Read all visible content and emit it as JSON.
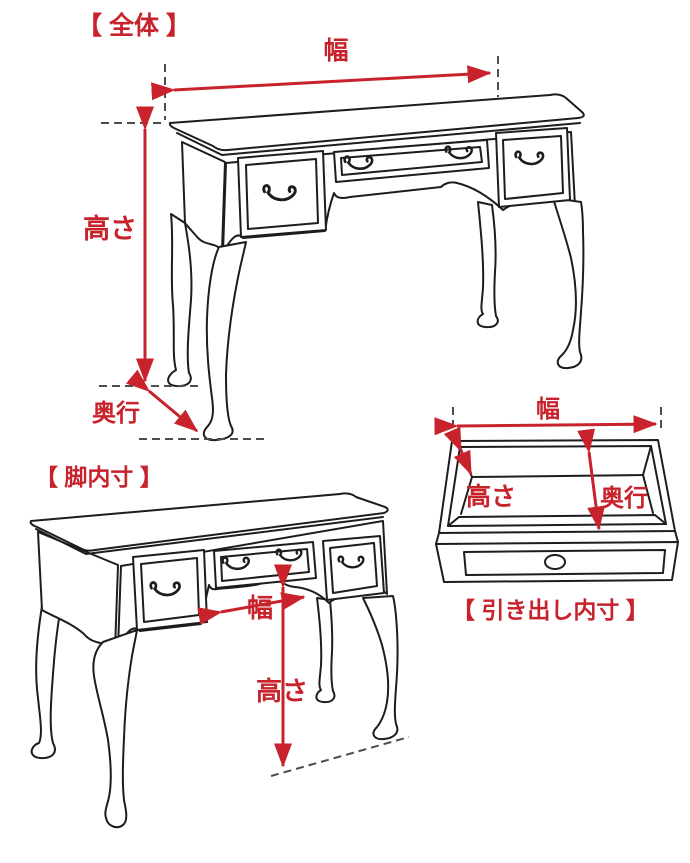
{
  "diagram": {
    "type": "furniture-dimension-diagram",
    "subject": "antique-desk",
    "accent_color": "#c8232c",
    "line_color": "#1d1d1d",
    "dash_color": "#4d4d4d",
    "sections": {
      "overall": {
        "title": "【 全体 】",
        "width_label": "幅",
        "height_label": "高さ",
        "depth_label": "奥行"
      },
      "inner_leg": {
        "title": "【 脚内寸 】",
        "width_label": "幅",
        "height_label": "高さ"
      },
      "drawer": {
        "title": "【 引き出し内寸 】",
        "width_label": "幅",
        "height_label": "高さ",
        "depth_label": "奥行"
      }
    }
  }
}
